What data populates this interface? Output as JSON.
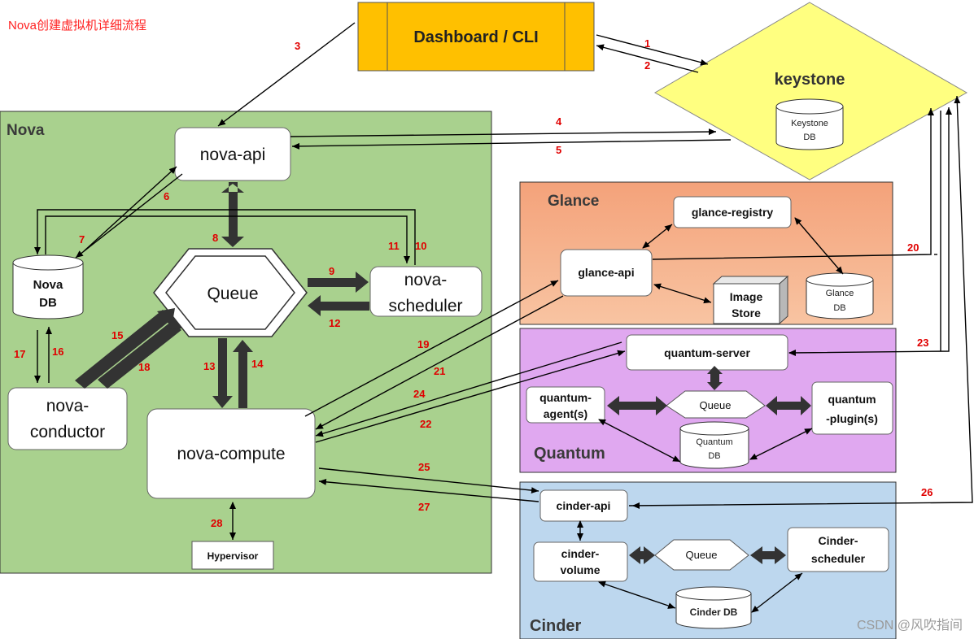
{
  "title": "Nova创建虚拟机详细流程",
  "watermark": "CSDN @风吹指间",
  "colors": {
    "title_red": "#ff2020",
    "number_red": "#e00000",
    "nova_bg": "#a9d18e",
    "glance_bg": "#f4b183",
    "quantum_bg": "#e0a8f0",
    "cinder_bg": "#bdd7ee",
    "dashboard_bg": "#ffc000",
    "keystone_bg": "#ffff80"
  },
  "dashboard": {
    "label": "Dashboard / CLI"
  },
  "keystone": {
    "label": "keystone",
    "db_line1": "Keystone",
    "db_line2": "DB"
  },
  "nova": {
    "region_label": "Nova",
    "api": "nova-api",
    "queue": "Queue",
    "scheduler_line1": "nova-",
    "scheduler_line2": "scheduler",
    "db_line1": "Nova",
    "db_line2": "DB",
    "conductor_line1": "nova-",
    "conductor_line2": "conductor",
    "compute": "nova-compute",
    "hypervisor": "Hypervisor"
  },
  "glance": {
    "region_label": "Glance",
    "registry": "glance-registry",
    "api": "glance-api",
    "store_line1": "Image",
    "store_line2": "Store",
    "db_line1": "Glance",
    "db_line2": "DB"
  },
  "quantum": {
    "region_label": "Quantum",
    "server": "quantum-server",
    "agent_line1": "quantum-",
    "agent_line2": "agent(s)",
    "queue": "Queue",
    "plugin_line1": "quantum",
    "plugin_line2": "-plugin(s)",
    "db_line1": "Quantum",
    "db_line2": "DB"
  },
  "cinder": {
    "region_label": "Cinder",
    "api": "cinder-api",
    "volume_line1": "cinder-",
    "volume_line2": "volume",
    "queue": "Queue",
    "scheduler_line1": "Cinder-",
    "scheduler_line2": "scheduler",
    "db": "Cinder DB"
  },
  "steps": {
    "s1": "1",
    "s2": "2",
    "s3": "3",
    "s4": "4",
    "s5": "5",
    "s6": "6",
    "s7": "7",
    "s8": "8",
    "s9": "9",
    "s10": "10",
    "s11": "11",
    "s12": "12",
    "s13": "13",
    "s14": "14",
    "s15": "15",
    "s16": "16",
    "s17": "17",
    "s18": "18",
    "s19": "19",
    "s20": "20",
    "s21": "21",
    "s22": "22",
    "s23": "23",
    "s24": "24",
    "s25": "25",
    "s26": "26",
    "s27": "27",
    "s28": "28"
  }
}
